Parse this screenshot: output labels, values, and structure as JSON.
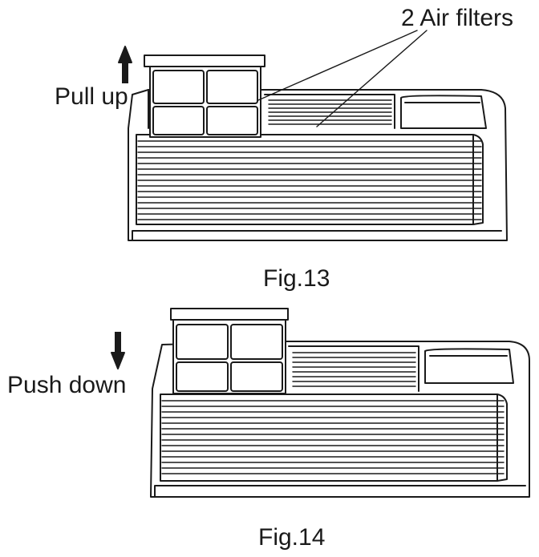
{
  "labels": {
    "air_filters": "2 Air filters",
    "pull_up": "Pull up",
    "push_down": "Push down",
    "fig13": "Fig.13",
    "fig14": "Fig.14"
  },
  "colors": {
    "stroke": "#1a1a1a",
    "fill": "#ffffff"
  },
  "icons": {
    "pull_up": "arrow-up-icon",
    "push_down": "arrow-down-icon"
  }
}
